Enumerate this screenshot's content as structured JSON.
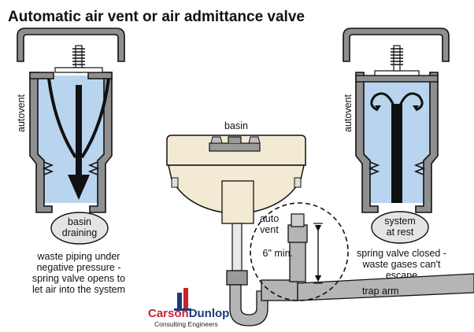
{
  "title": "Automatic air vent or air admittance valve",
  "left_valve": {
    "side_label": "autovent",
    "state_label": [
      "basin",
      "draining"
    ],
    "caption": [
      "waste piping under",
      "negative pressure -",
      "spring valve opens to",
      "let air into the system"
    ]
  },
  "right_valve": {
    "side_label": "autovent",
    "state_label": [
      "system",
      "at rest"
    ],
    "caption": [
      "spring valve closed -",
      "waste gases can't",
      "escape"
    ]
  },
  "basin_label": "basin",
  "detail_label": [
    "auto",
    "vent"
  ],
  "dimension_label": "6\" min.",
  "trap_arm_label": "trap arm",
  "brand": {
    "name_part1": "Carson",
    "name_part2": "Dunlop",
    "tagline": "Consulting Engineers",
    "color_red": "#cc1f2d",
    "color_blue": "#1a3a7a"
  },
  "colors": {
    "valve_fill": "#b8d4ef",
    "casing_fill": "#8f8f8f",
    "basin_fill": "#f3ead3",
    "pipe_fill": "#b5b5b5"
  }
}
